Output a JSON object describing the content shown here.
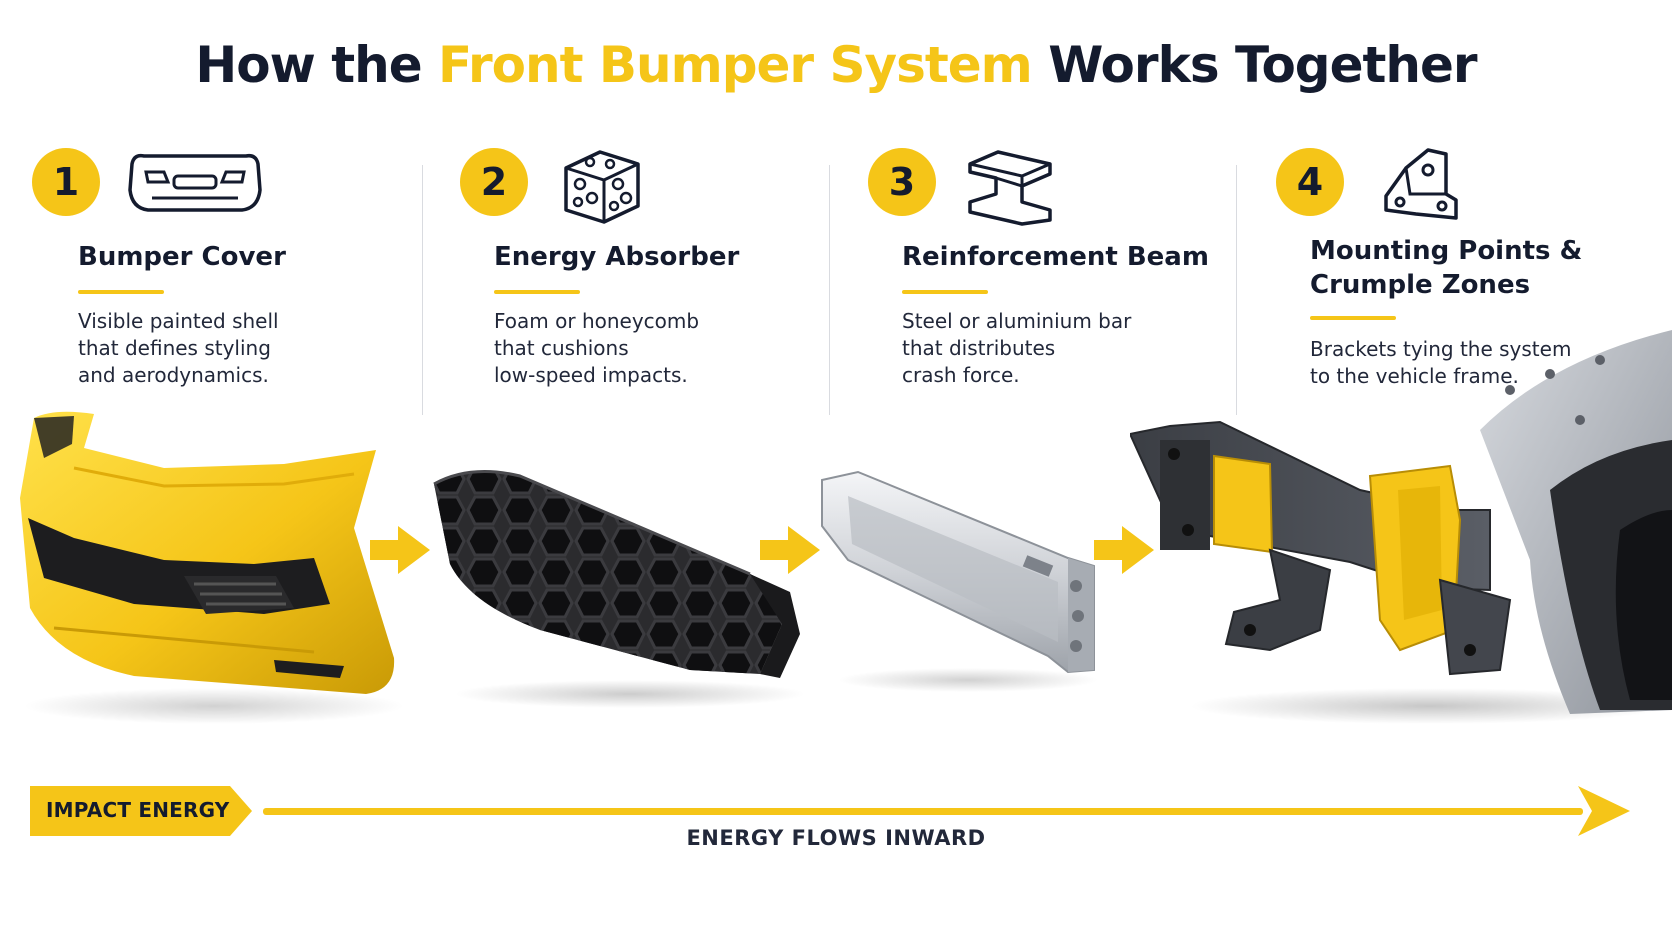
{
  "title": {
    "prefix": "How the ",
    "highlight": "Front Bumper System",
    "suffix": " Works Together"
  },
  "steps": [
    {
      "number": "1",
      "icon": "bumper-outline-icon",
      "title": "Bumper Cover",
      "desc": [
        "Visible painted shell",
        "that defines styling",
        "and aerodynamics."
      ]
    },
    {
      "number": "2",
      "icon": "foam-cube-icon",
      "title": "Energy Absorber",
      "desc": [
        "Foam or honeycomb",
        "that cushions",
        "low-speed impacts."
      ]
    },
    {
      "number": "3",
      "icon": "i-beam-icon",
      "title": "Reinforcement Beam",
      "desc": [
        "Steel or aluminium bar",
        "that distributes",
        "crash force."
      ]
    },
    {
      "number": "4",
      "icon": "bracket-icon",
      "title": "Mounting Points &",
      "title2": "Crumple Zones",
      "desc": [
        "Brackets tying the system",
        "to the vehicle frame."
      ]
    }
  ],
  "flow": {
    "impact_label": "IMPACT ENERGY",
    "caption": "ENERGY FLOWS INWARD"
  },
  "colors": {
    "accent": "#f5c518",
    "text": "#141b2e"
  }
}
